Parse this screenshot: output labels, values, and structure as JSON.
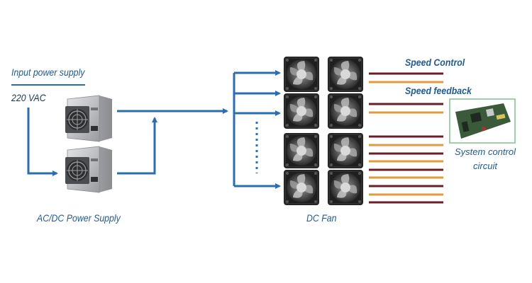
{
  "labels": {
    "input_power": "Input power supply",
    "voltage": "220 VAC",
    "psu_caption": "AC/DC Power Supply",
    "fan_caption": "DC Fan",
    "speed_control": "Speed Control",
    "speed_feedback": "Speed feedback",
    "system_control": "System control circuit"
  },
  "colors": {
    "arrow": "#2a6db2",
    "text": "#1f5a99",
    "wire_dark": "#6b1d2a",
    "wire_orange": "#e39a3c",
    "board_border": "#7fc08f",
    "board": "#3a5a3a"
  },
  "icons": {
    "power_supply": "power-supply-unit-icon",
    "fan": "dc-fan-icon",
    "board": "circuit-board-icon"
  },
  "counts": {
    "fan_rows": 4,
    "fan_cols": 2
  }
}
